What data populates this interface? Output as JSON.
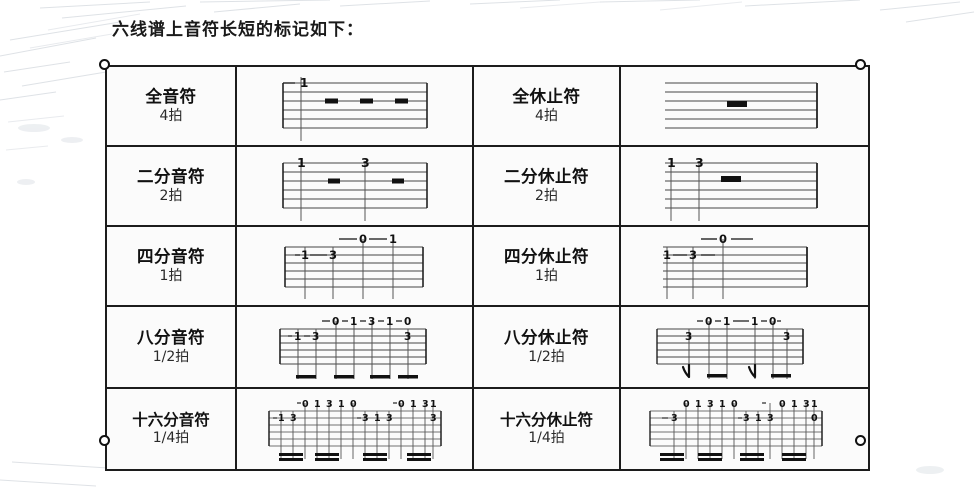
{
  "document": {
    "title": "六线谱上音符长短的标记如下：",
    "background_color": "#ffffff",
    "ink_color": "#1c1c1c"
  },
  "table": {
    "columns": 4,
    "rows": 5,
    "column_roles": [
      "note-name",
      "note-tab-diagram",
      "rest-name",
      "rest-tab-diagram"
    ],
    "rows_data": [
      {
        "note": {
          "name": "全音符",
          "beats": "4拍"
        },
        "note_tab": {
          "type": "tab-staff",
          "strings": 6,
          "notation": "whole-notes",
          "fret_numbers": [
            "1"
          ],
          "note_heads": 3,
          "head_style": "hollow-dash"
        },
        "rest": {
          "name": "全休止符",
          "beats": "4拍"
        },
        "rest_tab": {
          "type": "tab-staff",
          "strings": 6,
          "notation": "whole-rest",
          "fret_numbers": [],
          "rest_glyphs": 1,
          "rest_style": "bar-below-line"
        }
      },
      {
        "note": {
          "name": "二分音符",
          "beats": "2拍"
        },
        "note_tab": {
          "type": "tab-staff",
          "strings": 6,
          "notation": "half-notes",
          "fret_numbers": [
            "1",
            "3"
          ],
          "note_heads": 2,
          "head_style": "hollow-dash"
        },
        "rest": {
          "name": "二分休止符",
          "beats": "2拍"
        },
        "rest_tab": {
          "type": "tab-staff",
          "strings": 6,
          "notation": "half-rest",
          "fret_numbers": [
            "1",
            "3"
          ],
          "rest_glyphs": 1,
          "rest_style": "bar-above-line"
        }
      },
      {
        "note": {
          "name": "四分音符",
          "beats": "1拍"
        },
        "note_tab": {
          "type": "tab-staff",
          "strings": 6,
          "notation": "quarter-notes",
          "fret_numbers": [
            "1",
            "3",
            "0",
            "1"
          ],
          "stems": 4
        },
        "rest": {
          "name": "四分休止符",
          "beats": "1拍"
        },
        "rest_tab": {
          "type": "tab-staff",
          "strings": 6,
          "notation": "quarter-rest",
          "fret_numbers": [
            "1",
            "3",
            "0"
          ],
          "rest_glyphs": 1,
          "rest_symbol": "𝄽"
        }
      },
      {
        "note": {
          "name": "八分音符",
          "beats": "1/2拍"
        },
        "note_tab": {
          "type": "tab-staff",
          "strings": 6,
          "notation": "eighth-notes",
          "fret_numbers": [
            "1",
            "3",
            "0",
            "1",
            "3",
            "1",
            "0",
            "3"
          ],
          "beams": 1,
          "beam_groups": 4
        },
        "rest": {
          "name": "八分休止符",
          "beats": "1/2拍"
        },
        "rest_tab": {
          "type": "tab-staff",
          "strings": 6,
          "notation": "eighth-rest",
          "fret_numbers": [
            "3",
            "0",
            "1",
            "1",
            "0",
            "3"
          ],
          "rest_glyphs": 2,
          "rest_symbol": "𝄾",
          "beams": 1
        }
      },
      {
        "note": {
          "name": "十六分音符",
          "beats": "1/4拍"
        },
        "note_tab": {
          "type": "tab-staff",
          "strings": 6,
          "notation": "sixteenth-notes",
          "fret_numbers": [
            "1",
            "3",
            "0",
            "1",
            "3",
            "1",
            "0",
            "3",
            "1",
            "3",
            "0",
            "1",
            "3",
            "1",
            "0",
            "3"
          ],
          "beams": 2,
          "beam_groups": 4
        },
        "rest": {
          "name": "十六分休止符",
          "beats": "1/4拍"
        },
        "rest_tab": {
          "type": "tab-staff",
          "strings": 6,
          "notation": "sixteenth-rest",
          "fret_numbers": [
            "3",
            "0",
            "1",
            "3",
            "1",
            "0",
            "3",
            "1",
            "3",
            "0",
            "1",
            "3",
            "1",
            "0"
          ],
          "rest_glyphs": 2,
          "rest_symbol": "𝄿",
          "beams": 2
        }
      }
    ]
  },
  "selection": {
    "active": true,
    "handle_count": 4,
    "handles": [
      "top-left",
      "top-right",
      "bottom-left",
      "bottom-right"
    ]
  }
}
